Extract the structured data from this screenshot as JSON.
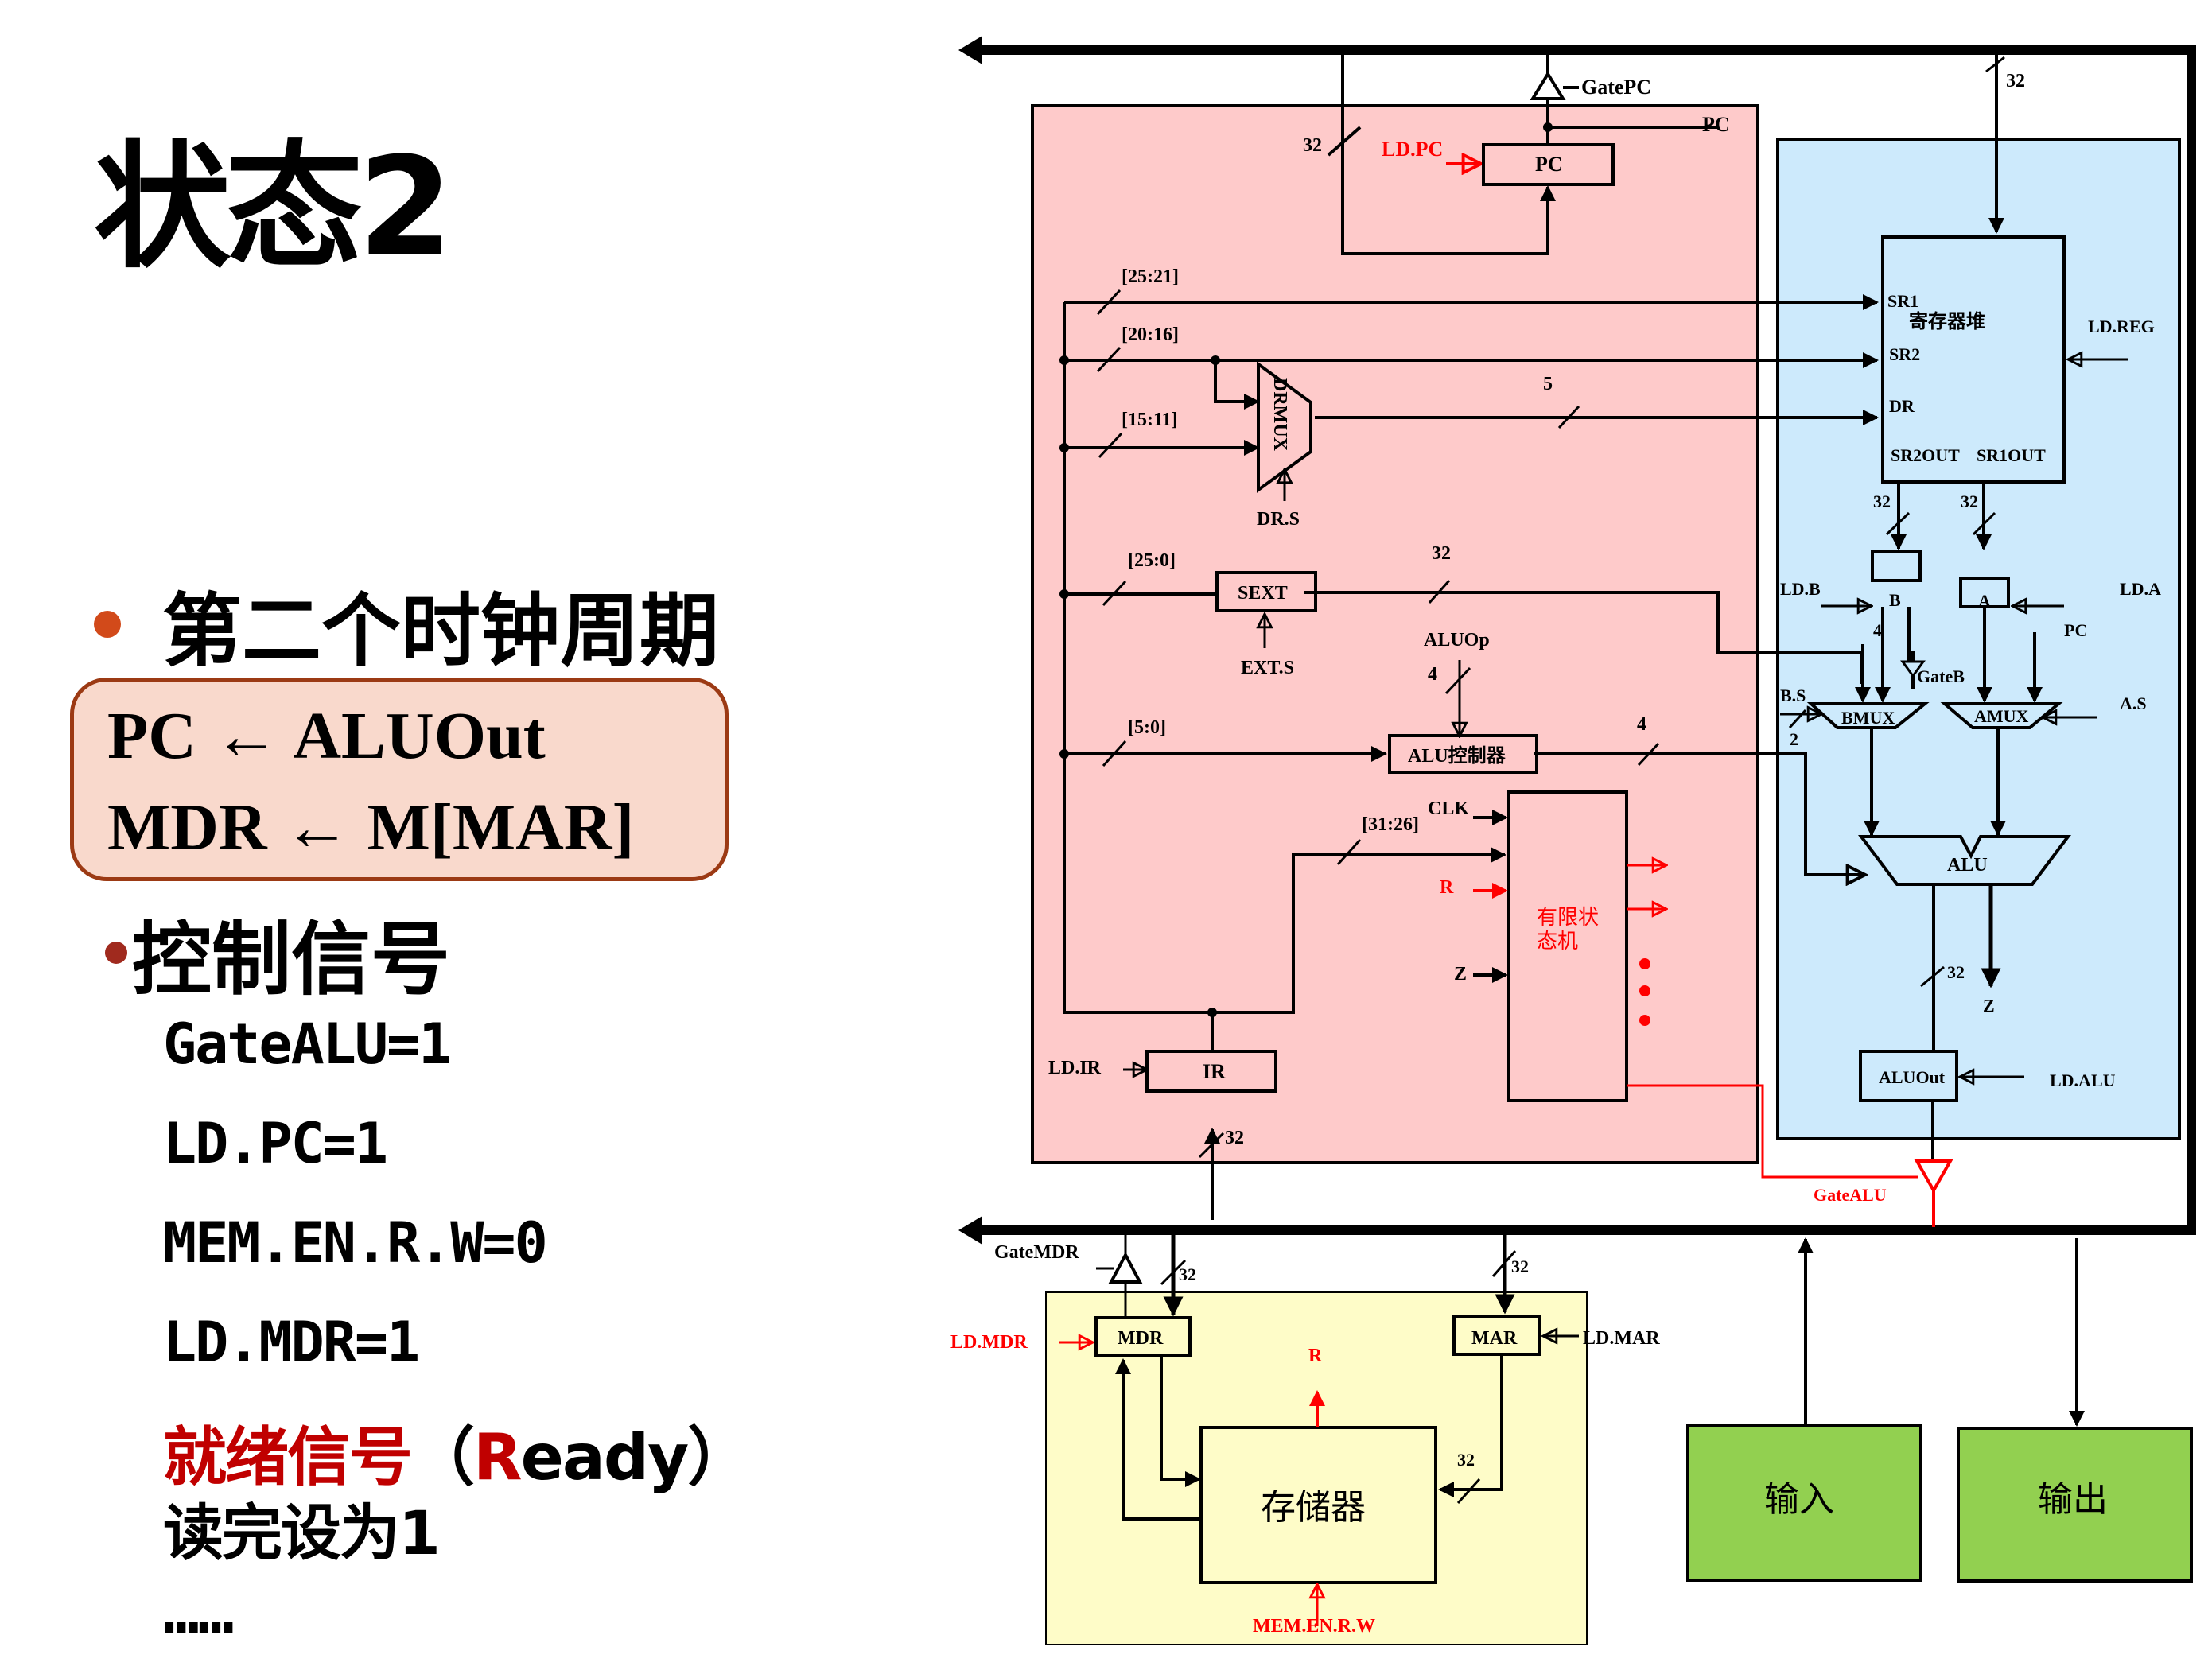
{
  "slide": {
    "title": "状态2",
    "bullet_heading": "第二个时钟周期",
    "micro_ops": [
      "PC ← ALUOut",
      "MDR ← M[MAR]"
    ],
    "control_heading": "控制信号",
    "signals": [
      "GateALU=1",
      "LD.PC=1",
      "MEM.EN.R.W=0",
      "LD.MDR=1"
    ],
    "ready": {
      "label": "就绪信号",
      "open": "（",
      "r": "R",
      "rest": "eady",
      "close": "）"
    },
    "ready_desc": "读完设为1",
    "ellipsis": "……"
  },
  "colors": {
    "control_unit_bg": "#fecaca",
    "datapath_bg": "#cdeafc",
    "memory_bg": "#fefcc8",
    "io_bg": "#92d050",
    "active_signal": "#ff0000",
    "bullet": "#d24a1a",
    "eq_box_bg": "#f9d9cc",
    "eq_box_border": "#9c3a14"
  },
  "diagram": {
    "gate_pc": "GatePC",
    "pc_tap": "PC",
    "ld_pc": "LD.PC",
    "pc_reg": "PC",
    "w32": "32",
    "w5": "5",
    "w4": "4",
    "w2": "2",
    "ir_fields": [
      "[25:21]",
      "[20:16]",
      "[15:11]",
      "[25:0]",
      "[5:0]",
      "[31:26]"
    ],
    "drmux": "DRMUX",
    "dr_s": "DR.S",
    "sext": "SEXT",
    "ext_s": "EXT.S",
    "aluop": "ALUOp",
    "alu_ctrl": "ALU控制器",
    "clk": "CLK",
    "r_in": "R",
    "z_in": "Z",
    "fsm": [
      "有限状",
      "态机"
    ],
    "ld_ir": "LD.IR",
    "ir": "IR",
    "regfile": "寄存器堆",
    "sr1": "SR1",
    "sr2": "SR2",
    "dr": "DR",
    "sr2out": "SR2OUT",
    "sr1out": "SR1OUT",
    "ld_reg": "LD.REG",
    "ld_b": "LD.B",
    "b_reg": "B",
    "a_reg": "A",
    "ld_a": "LD.A",
    "pc_in": "PC",
    "gate_b": "GateB",
    "b_s": "B.S",
    "a_s": "A.S",
    "bmux": "BMUX",
    "amux": "AMUX",
    "alu": "ALU",
    "z_out": "Z",
    "aluout": "ALUOut",
    "ld_alu": "LD.ALU",
    "gate_alu": "GateALU",
    "gate_mdr": "GateMDR",
    "ld_mdr": "LD.MDR",
    "mdr": "MDR",
    "mar": "MAR",
    "ld_mar": "LD.MAR",
    "r_out": "R",
    "memory": "存储器",
    "mem_en": "MEM.EN.R.W",
    "input": "输入",
    "output": "输出"
  }
}
